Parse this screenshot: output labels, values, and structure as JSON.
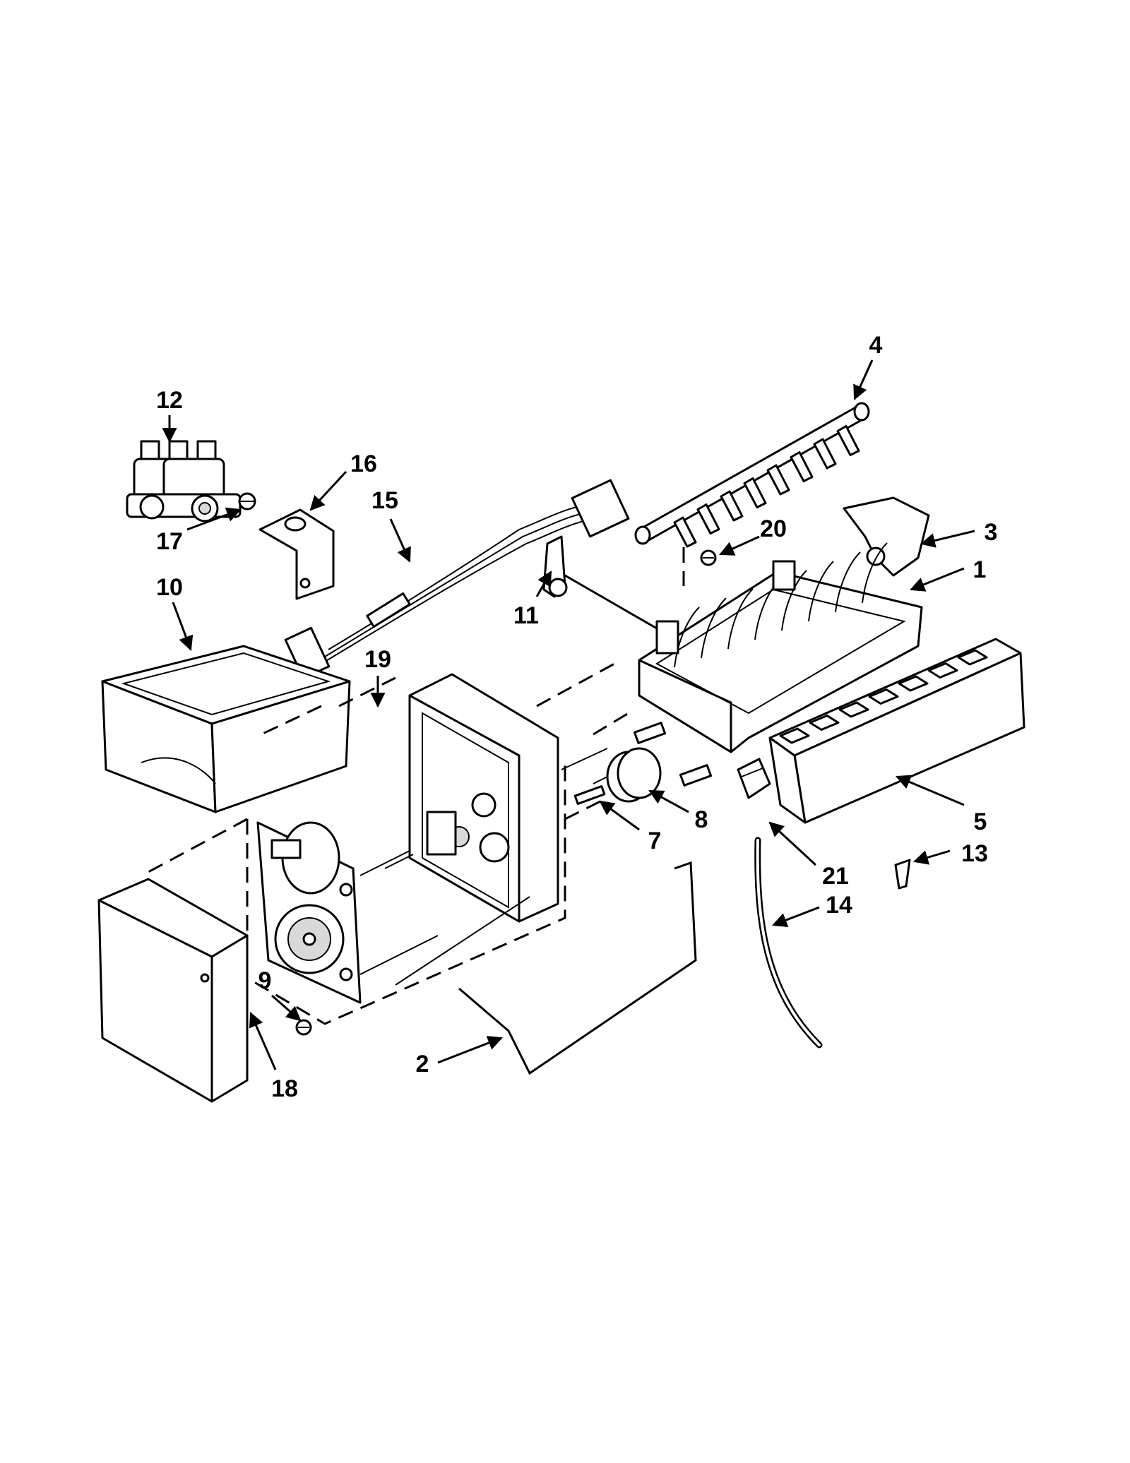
{
  "diagram": {
    "callouts": [
      {
        "id": "1",
        "label": "1"
      },
      {
        "id": "2",
        "label": "2"
      },
      {
        "id": "3",
        "label": "3"
      },
      {
        "id": "4",
        "label": "4"
      },
      {
        "id": "5",
        "label": "5"
      },
      {
        "id": "7",
        "label": "7"
      },
      {
        "id": "8",
        "label": "8"
      },
      {
        "id": "9",
        "label": "9"
      },
      {
        "id": "10",
        "label": "10"
      },
      {
        "id": "11",
        "label": "11"
      },
      {
        "id": "12",
        "label": "12"
      },
      {
        "id": "13",
        "label": "13"
      },
      {
        "id": "14",
        "label": "14"
      },
      {
        "id": "15",
        "label": "15"
      },
      {
        "id": "16",
        "label": "16"
      },
      {
        "id": "17",
        "label": "17"
      },
      {
        "id": "18",
        "label": "18"
      },
      {
        "id": "19",
        "label": "19"
      },
      {
        "id": "20",
        "label": "20"
      },
      {
        "id": "21",
        "label": "21"
      }
    ]
  }
}
